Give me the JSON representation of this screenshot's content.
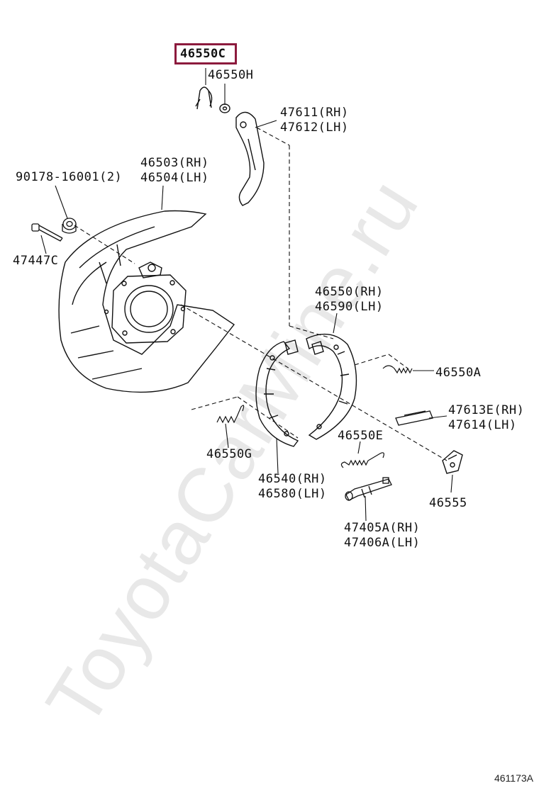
{
  "diagram": {
    "highlighted_part": "46550C",
    "diagram_id": "461173A",
    "watermark": "ToyotaCarMine.ru",
    "labels": {
      "p46550C": "46550C",
      "p46550H": "46550H",
      "p47611": "47611(RH)",
      "p47612": "47612(LH)",
      "p46503": "46503(RH)",
      "p46504": "46504(LH)",
      "p90178": "90178-16001(2)",
      "p47447C": "47447C",
      "p46550": "46550(RH)",
      "p46590": "46590(LH)",
      "p46550A": "46550A",
      "p47613E": "47613E(RH)",
      "p47614": "47614(LH)",
      "p46550G": "46550G",
      "p46550E": "46550E",
      "p46540": "46540(RH)",
      "p46580": "46580(LH)",
      "p46555": "46555",
      "p47405A": "47405A(RH)",
      "p47406A": "47406A(LH)"
    }
  }
}
